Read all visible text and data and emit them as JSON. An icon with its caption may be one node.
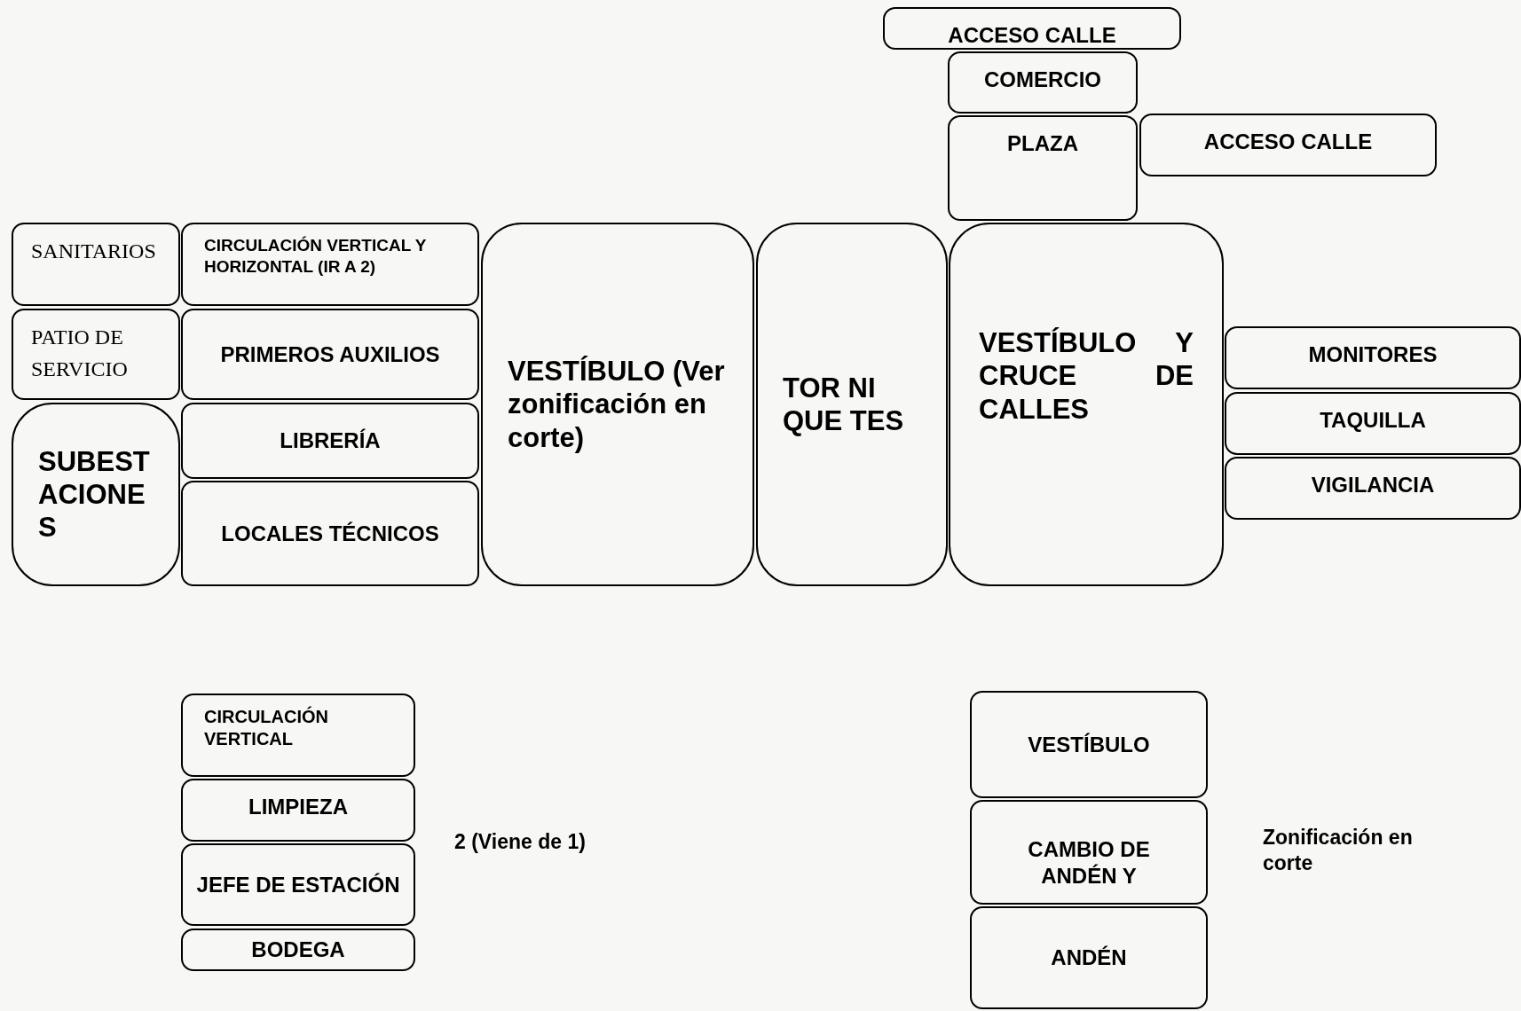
{
  "diagram": {
    "nodes": [
      {
        "text": [
          "ACCESO CALLE"
        ]
      },
      {
        "text": [
          "COMERCIO"
        ]
      },
      {
        "text": [
          "PLAZA"
        ]
      },
      {
        "text": [
          "ACCESO CALLE"
        ]
      },
      {
        "text": [
          "SANITARIOS"
        ]
      },
      {
        "text": [
          "CIRCULACIÓN VERTICAL Y HORIZONTAL (IR A 2)"
        ]
      },
      {
        "text": [
          "PATIO DE SERVICIO"
        ]
      },
      {
        "text": [
          "PRIMEROS AUXILIOS"
        ]
      },
      {
        "text": [
          "SUBEST ACIONE S"
        ]
      },
      {
        "text": [
          "LIBRERÍA"
        ]
      },
      {
        "text": [
          "LOCALES TÉCNICOS"
        ]
      },
      {
        "text": [
          "VESTÍBULO (Ver zonificación en corte)"
        ]
      },
      {
        "text": [
          "TOR NI QUE TES"
        ]
      },
      {
        "text": [
          "VESTÍBULO Y CRUCE DE CALLES"
        ]
      },
      {
        "text": [
          "MONITORES"
        ]
      },
      {
        "text": [
          "TAQUILLA"
        ]
      },
      {
        "text": [
          "VIGILANCIA"
        ]
      },
      {
        "text": [
          "CIRCULACIÓN VERTICAL"
        ]
      },
      {
        "text": [
          "LIMPIEZA"
        ]
      },
      {
        "text": [
          "JEFE DE ESTACIÓN"
        ]
      },
      {
        "text": [
          "BODEGA"
        ]
      },
      {
        "text": [
          "VESTÍBULO"
        ]
      },
      {
        "text": [
          "CAMBIO DE ANDÉN Y"
        ]
      },
      {
        "text": [
          "ANDÉN"
        ]
      }
    ],
    "labels": [
      "2 (Viene de 1)",
      "Zonificación en corte"
    ]
  }
}
